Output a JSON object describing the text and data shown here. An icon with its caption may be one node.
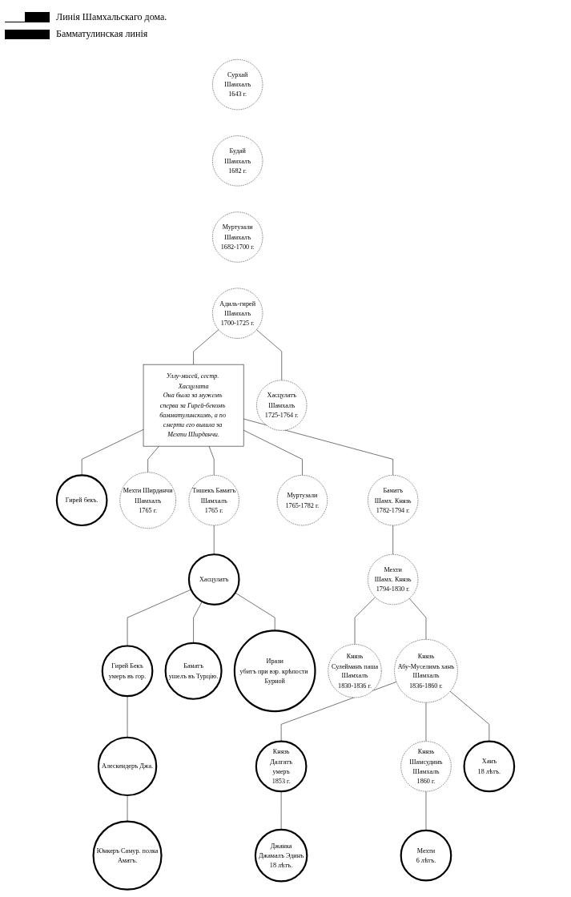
{
  "diagram": {
    "nodes": [
      {
        "text": [
          "Сурхай",
          "Шамхалъ",
          "1643 г."
        ]
      },
      {
        "text": [
          "Будай",
          "Шамхалъ",
          "1682 г."
        ]
      },
      {
        "text": [
          "Муртузали",
          "Шамхалъ",
          "1682-1700 г."
        ]
      },
      {
        "text": [
          "Адиль-гирей",
          "Шамхалъ",
          "1700-1725 г."
        ]
      },
      {
        "text": [
          "Гирей бекъ."
        ]
      },
      {
        "text": [
          "Уллу-мисей, сестр. Хасцулата",
          "Она была за мужемъ сперва за Гирей-бекомъ бамматулинскимъ, а по смерти его вышла за Мехти Ширданчи."
        ]
      },
      {
        "text": [
          "Мехти Ширданчи",
          "Шамхалъ",
          "1765 г."
        ]
      },
      {
        "text": [
          "Хасцулатъ",
          "Шамхалъ",
          "1725-1764 г."
        ]
      },
      {
        "text": [
          "Тишекъ Баматъ",
          "Шамхалъ",
          "1765 г."
        ]
      },
      {
        "text": [
          "Муртузали",
          "1765-1782 г."
        ]
      },
      {
        "text": [
          "Баматъ",
          "Шамх. Князь",
          "1782-1794 г."
        ]
      },
      {
        "text": [
          "Хасцулатъ"
        ]
      },
      {
        "text": [
          "Мехти",
          "Шамх. Князь",
          "1794-1830 г."
        ]
      },
      {
        "text": [
          "Гирей Бекъ",
          "умеръ въ гор."
        ]
      },
      {
        "text": [
          "Баматъ",
          "ушелъ въ Турцію."
        ]
      },
      {
        "text": [
          "Ирази",
          "убитъ при взр. крѣпости Бурной"
        ]
      },
      {
        "text": [
          "Князь",
          "Сулейманъ паша",
          "Шамхалъ",
          "1830-1836 г."
        ]
      },
      {
        "text": [
          "Князь",
          "Абу-Муселимъ ханъ",
          "Шамхалъ",
          "1836-1860 г."
        ]
      },
      {
        "text": [
          "Алескендеръ Джа."
        ]
      },
      {
        "text": [
          "Князь",
          "Далгатъ",
          "умеръ",
          "1853 г."
        ]
      },
      {
        "text": [
          "Князь",
          "Шамсудинъ",
          "Шамхалъ",
          "1860 г."
        ]
      },
      {
        "text": [
          "Ханъ",
          "18 лѣтъ."
        ]
      },
      {
        "text": [
          "Юнкеръ Самур. полка",
          "Аматъ."
        ]
      },
      {
        "text": [
          "Джанка",
          "Джамалъ Эдинъ",
          "18 лѣтъ."
        ]
      },
      {
        "text": [
          "Мехти",
          "6 лѣтъ."
        ]
      }
    ],
    "edges": [
      {
        "from": 3,
        "to": 5,
        "arrow": "none"
      },
      {
        "from": 3,
        "to": 7,
        "arrow": "none"
      },
      {
        "from": 5,
        "to": 4,
        "arrow": "none"
      },
      {
        "from": 5,
        "to": 6,
        "arrow": "none"
      },
      {
        "from": 5,
        "to": 8,
        "arrow": "none"
      },
      {
        "from": 5,
        "to": 9,
        "arrow": "none"
      },
      {
        "from": 5,
        "to": 10,
        "arrow": "none"
      },
      {
        "from": 8,
        "to": 11,
        "arrow": "none"
      },
      {
        "from": 10,
        "to": 12,
        "arrow": "none"
      },
      {
        "from": 11,
        "to": 13,
        "arrow": "none"
      },
      {
        "from": 11,
        "to": 14,
        "arrow": "none"
      },
      {
        "from": 11,
        "to": 15,
        "arrow": "none"
      },
      {
        "from": 12,
        "to": 16,
        "arrow": "none"
      },
      {
        "from": 12,
        "to": 17,
        "arrow": "none"
      },
      {
        "from": 13,
        "to": 18,
        "arrow": "none"
      },
      {
        "from": 18,
        "to": 22,
        "arrow": "none"
      },
      {
        "from": 17,
        "to": 19,
        "arrow": "none"
      },
      {
        "from": 17,
        "to": 20,
        "arrow": "none"
      },
      {
        "from": 17,
        "to": 21,
        "arrow": "none"
      },
      {
        "from": 19,
        "to": 23,
        "arrow": "none"
      },
      {
        "from": 20,
        "to": 24,
        "arrow": "none"
      }
    ],
    "legend": [
      {
        "text": "Линія Шамхальскаго дома."
      },
      {
        "text": "Бамматулинская линія"
      }
    ]
  }
}
